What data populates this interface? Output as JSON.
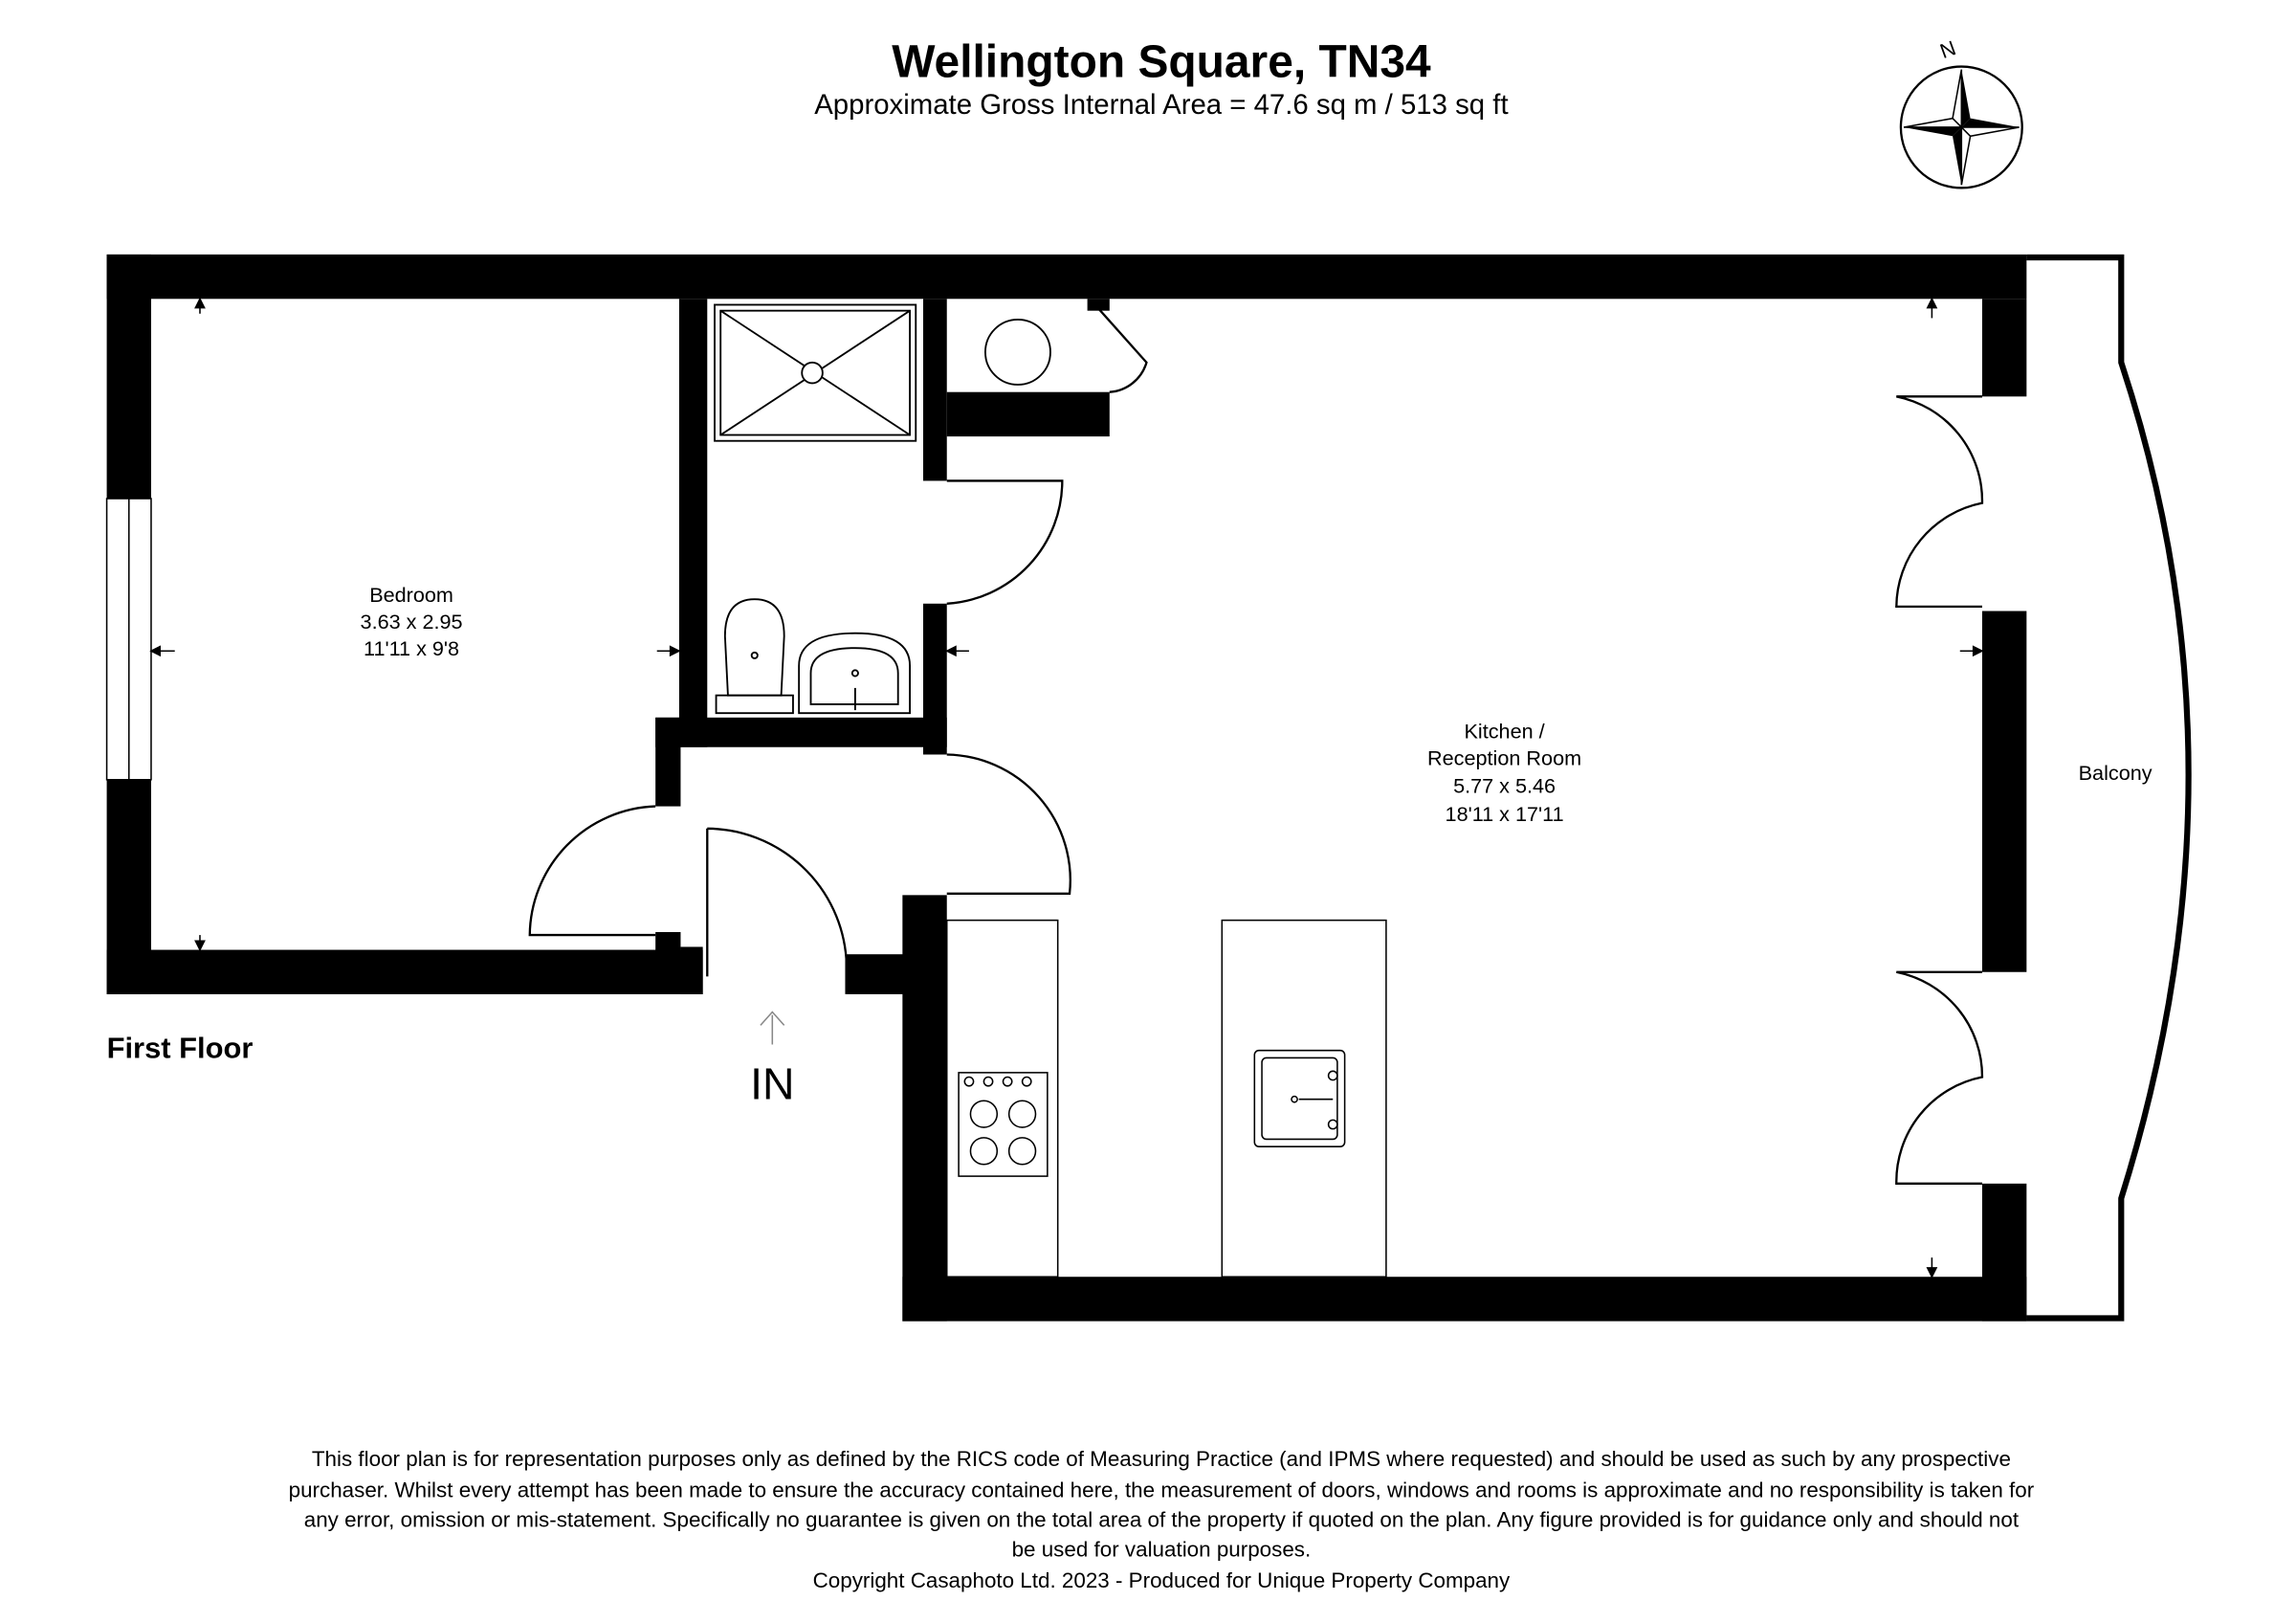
{
  "header": {
    "title": "Wellington Square, TN34",
    "subtitle": "Approximate Gross Internal Area = 47.6 sq m / 513 sq ft",
    "compass_label": "N"
  },
  "floor_label": "First Floor",
  "entrance_label": "IN",
  "rooms": [
    {
      "name": "Bedroom",
      "metric": "3.63 x 2.95",
      "imperial": "11'11 x 9'8"
    },
    {
      "name_line1": "Kitchen /",
      "name_line2": "Reception Room",
      "metric": "5.77 x 5.46",
      "imperial": "18'11 x 17'11"
    },
    {
      "name": "Balcony"
    }
  ],
  "disclaimer": [
    "This floor plan is for representation purposes only as defined by the RICS code of Measuring Practice (and IPMS where requested) and should be used as such by any prospective",
    "purchaser. Whilst every attempt has been made to ensure the accuracy contained here, the measurement of doors, windows and rooms is approximate and no responsibility is taken for",
    "any error, omission or mis-statement. Specifically no guarantee is given on the total area of the property if quoted on the plan. Any figure provided is for guidance only and should not",
    "be used for valuation purposes."
  ],
  "copyright": "Copyright Casaphoto Ltd. 2023 - Produced for Unique Property Company",
  "colors": {
    "wall": "#000000",
    "background": "#ffffff"
  }
}
